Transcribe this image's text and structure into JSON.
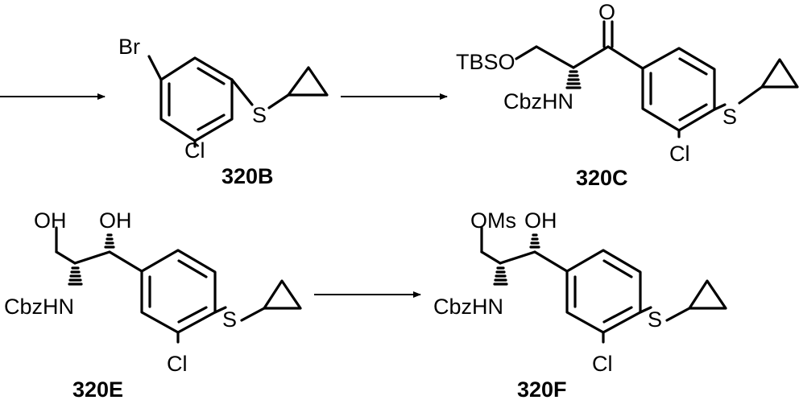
{
  "colors": {
    "ink": "#000000",
    "background": "#ffffff"
  },
  "compounds": [
    {
      "id": "320B",
      "atoms": {
        "br": "Br",
        "cl": "Cl",
        "s": "S"
      }
    },
    {
      "id": "320C",
      "atoms": {
        "o": "O",
        "tbso": "TBSO",
        "cbzhn": "CbzHN",
        "cl": "Cl",
        "s": "S"
      }
    },
    {
      "id": "320E",
      "atoms": {
        "oh1": "OH",
        "oh2": "OH",
        "cbzhn": "CbzHN",
        "cl": "Cl",
        "s": "S"
      }
    },
    {
      "id": "320F",
      "atoms": {
        "oms": "OMs",
        "oh": "OH",
        "cbzhn": "CbzHN",
        "cl": "Cl",
        "s": "S"
      }
    }
  ],
  "arrows": [
    {
      "name": "arrow-into-320B"
    },
    {
      "name": "arrow-320B-to-320C"
    },
    {
      "name": "arrow-320E-to-320F"
    }
  ]
}
